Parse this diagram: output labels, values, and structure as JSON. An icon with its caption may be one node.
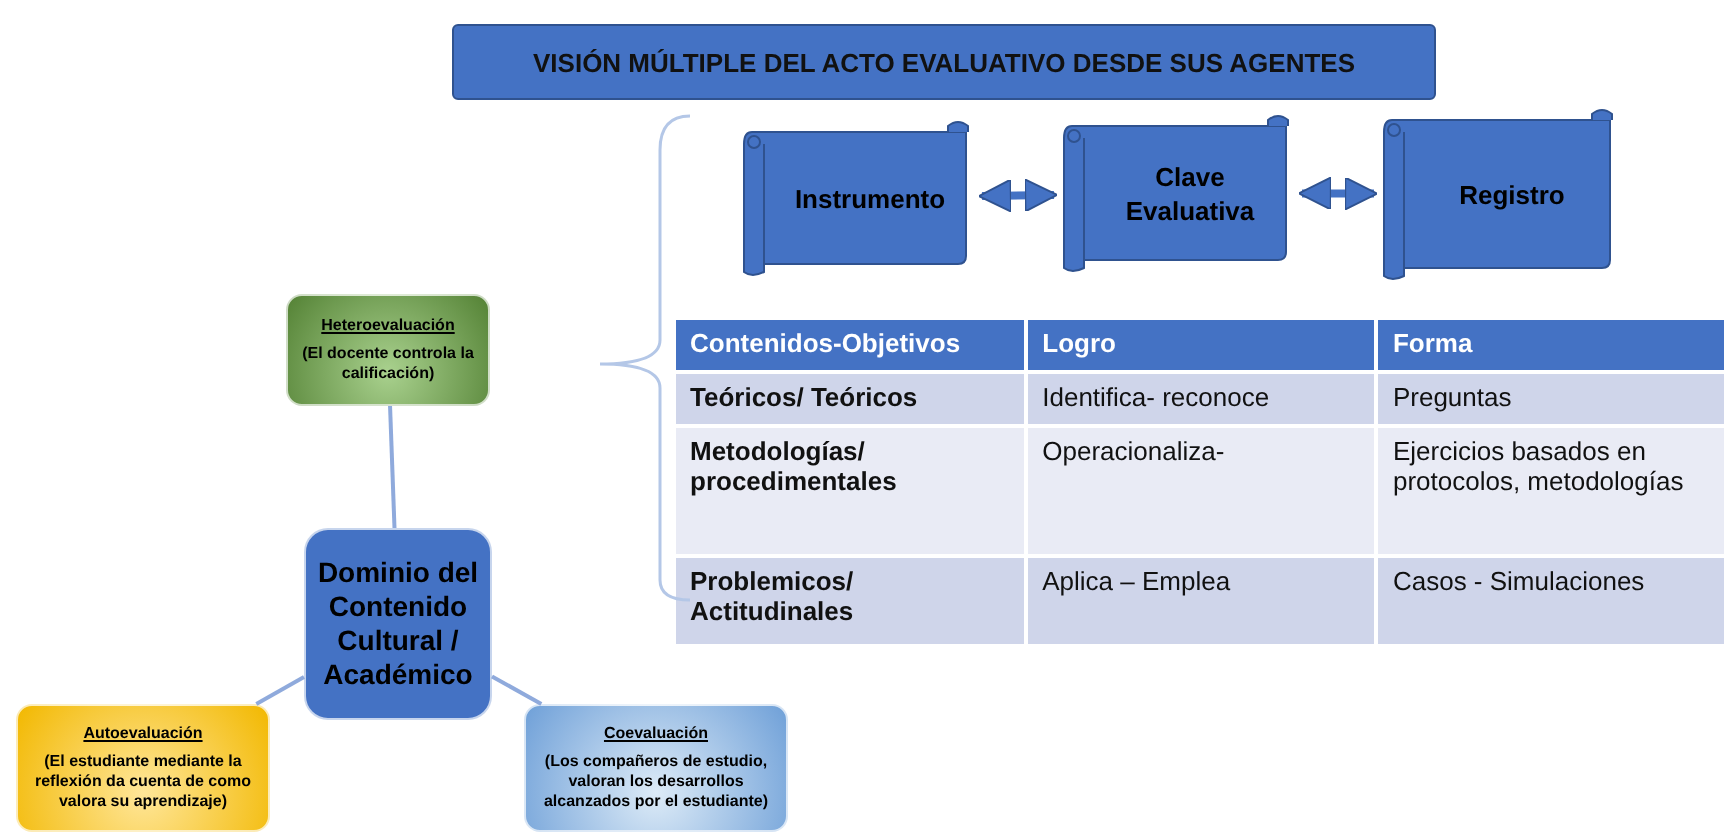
{
  "diagram": {
    "title": "VISIÓN MÚLTIPLE DEL ACTO EVALUATIVO DESDE SUS AGENTES",
    "nodes": [
      {
        "text": [
          "Heteroevaluación",
          "(El docente controla la calificación)"
        ]
      },
      {
        "text": [
          "Dominio del Contenido Cultural / Académico"
        ]
      },
      {
        "text": [
          "Autoevaluación",
          "(El estudiante mediante la reflexión da cuenta de como valora su aprendizaje)"
        ]
      },
      {
        "text": [
          "Coevaluación",
          "(Los compañeros de estudio, valoran los desarrollos alcanzados por el estudiante)"
        ]
      },
      {
        "text": [
          "Instrumento"
        ]
      },
      {
        "text": [
          "Clave Evaluativa"
        ]
      },
      {
        "text": [
          "Registro"
        ]
      }
    ],
    "edges": [
      {
        "from": 1,
        "to": 0,
        "arrow": "none"
      },
      {
        "from": 1,
        "to": 2,
        "arrow": "none"
      },
      {
        "from": 1,
        "to": 3,
        "arrow": "none"
      },
      {
        "from": 4,
        "to": 5,
        "arrow": "both",
        "style": "thick"
      },
      {
        "from": 5,
        "to": 6,
        "arrow": "both",
        "style": "thick"
      }
    ],
    "labels": [
      "Contenidos-Objetivos",
      "Logro",
      "Forma",
      "Teóricos/ Teóricos",
      "Identifica- reconoce",
      "Preguntas",
      "Metodologías/ procedimentales",
      "Operacionaliza-",
      "Ejercicios basados en protocolos, metodologías",
      "Problemicos/ Actitudinales",
      "Aplica – Emplea",
      "Casos - Simulaciones"
    ]
  }
}
